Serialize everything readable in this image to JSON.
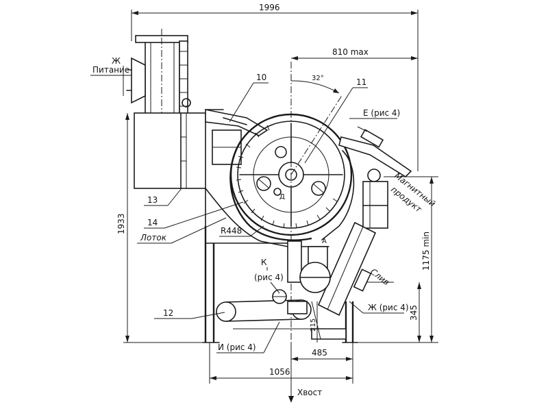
{
  "dimensions": {
    "overall_width": "1996",
    "max_offset": "810 max",
    "angle": "32°",
    "overall_height": "1933",
    "min_height": "1175 min",
    "dim_345": "345",
    "dim_215": "215",
    "dim_485": "485",
    "dim_1056": "1056",
    "radius": "R448"
  },
  "labels": {
    "zh_top": "Ж",
    "feed": "Питание",
    "item_10": "10",
    "item_11": "11",
    "item_12": "12",
    "item_13": "13",
    "item_14": "14",
    "tray": "Лоток",
    "e_ref": "Е (рис 4)",
    "magnetic_product_1": "Магнитный",
    "magnetic_product_2": "продукт",
    "k_ref_1": "К",
    "k_ref_2": "(рис 4)",
    "drain": "Слив",
    "zh_ref": "Ж (рис 4)",
    "i_ref": "И (рис 4)",
    "tail": "Хвост",
    "d_mark": "Д",
    "a_mark": "А"
  }
}
